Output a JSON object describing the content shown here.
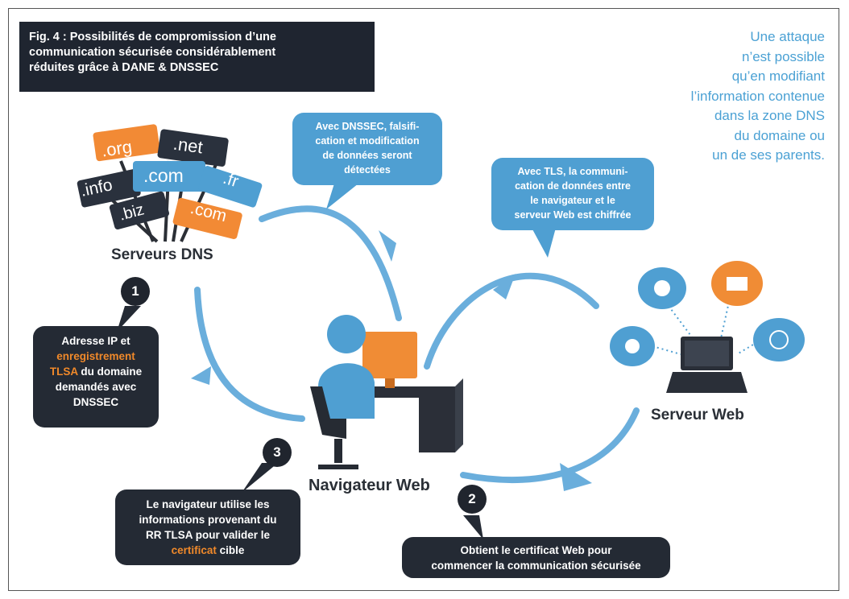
{
  "title": {
    "line1": "Fig. 4 : Possibilités de compromission d’une",
    "line2": "communication sécurisée considérablement",
    "line3": "réduites grâce à DANE & DNSSEC"
  },
  "side_note": {
    "l1": "Une attaque",
    "l2": "n’est possible",
    "l3": "qu’en modifiant",
    "l4": "l’information contenue",
    "l5": "dans la zone DNS",
    "l6": "du domaine ou",
    "l7": "un de ses parents."
  },
  "callouts": {
    "dnssec": {
      "l1": "Avec DNSSEC, falsifi-",
      "l2": "cation et modification",
      "l3": "de données seront",
      "l4": "détectées"
    },
    "tls": {
      "l1": "Avec TLS, la communi-",
      "l2": "cation de données entre",
      "l3": "le navigateur et le",
      "l4": "serveur Web est chiffrée"
    }
  },
  "nodes": {
    "dns": "Serveurs DNS",
    "browser": "Navigateur Web",
    "server": "Serveur Web"
  },
  "domain_tags": [
    ".org",
    ".net",
    ".info",
    ".com",
    ".fr",
    ".biz",
    ".com"
  ],
  "steps": [
    {
      "number": "1",
      "pre": "Adresse IP et",
      "highlight1": "enregistrement",
      "highlight2": "TLSA",
      "post1": " du domaine",
      "post2": "demandés avec",
      "post3": "DNSSEC"
    },
    {
      "number": "2",
      "l1": "Obtient le certificat Web pour",
      "l2": "commencer la communication sécurisée"
    },
    {
      "number": "3",
      "l1": "Le navigateur utilise les",
      "l2": "informations provenant du",
      "l3": "RR TLSA pour valider le",
      "highlight": "certificat",
      "post": " cible"
    }
  ],
  "colors": {
    "accent_blue": "#4f9fd2",
    "dark": "#242a34",
    "highlight_orange": "#f0892a",
    "arrow_blue": "#6aaedc"
  },
  "icons": [
    "twitter-icon",
    "email-icon",
    "rss-icon",
    "globe-icon",
    "laptop-icon",
    "user-at-computer-icon"
  ]
}
